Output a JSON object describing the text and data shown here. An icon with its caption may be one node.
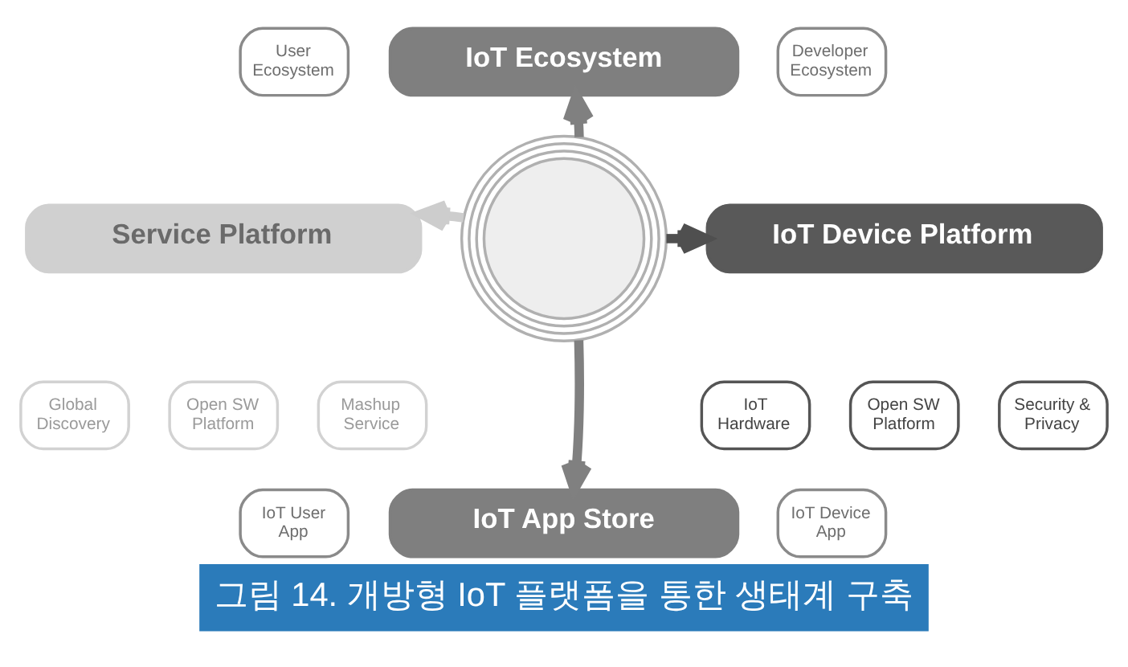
{
  "diagram": {
    "caption": "그림 14. 개방형 IoT 플랫폼을 통한 생태계 구축",
    "nodes": [
      {
        "text": [
          "User Ecosystem"
        ]
      },
      {
        "text": [
          "IoT Ecosystem"
        ]
      },
      {
        "text": [
          "Developer Ecosystem"
        ]
      },
      {
        "text": [
          "Service Platform"
        ]
      },
      {
        "text": [],
        "shape": "picture"
      },
      {
        "text": [
          "IoT Device Platform"
        ]
      },
      {
        "text": [
          "Global Discovery"
        ]
      },
      {
        "text": [
          "Open SW Platform"
        ]
      },
      {
        "text": [
          "Mashup Service"
        ]
      },
      {
        "text": [
          "IoT Hardware"
        ]
      },
      {
        "text": [
          "Open SW Platform"
        ]
      },
      {
        "text": [
          "Security & Privacy"
        ]
      },
      {
        "text": [
          "IoT User App"
        ]
      },
      {
        "text": [
          "IoT App Store"
        ]
      },
      {
        "text": [
          "IoT Device App"
        ]
      }
    ],
    "edges": [
      {
        "from": 4,
        "to": 1,
        "arrow": "to"
      },
      {
        "from": 4,
        "to": 3,
        "arrow": "to",
        "color": "#cdcdcd"
      },
      {
        "from": 4,
        "to": 5,
        "arrow": "to",
        "color": "#4f4f4f"
      },
      {
        "from": 4,
        "to": 13,
        "arrow": "to"
      }
    ]
  }
}
